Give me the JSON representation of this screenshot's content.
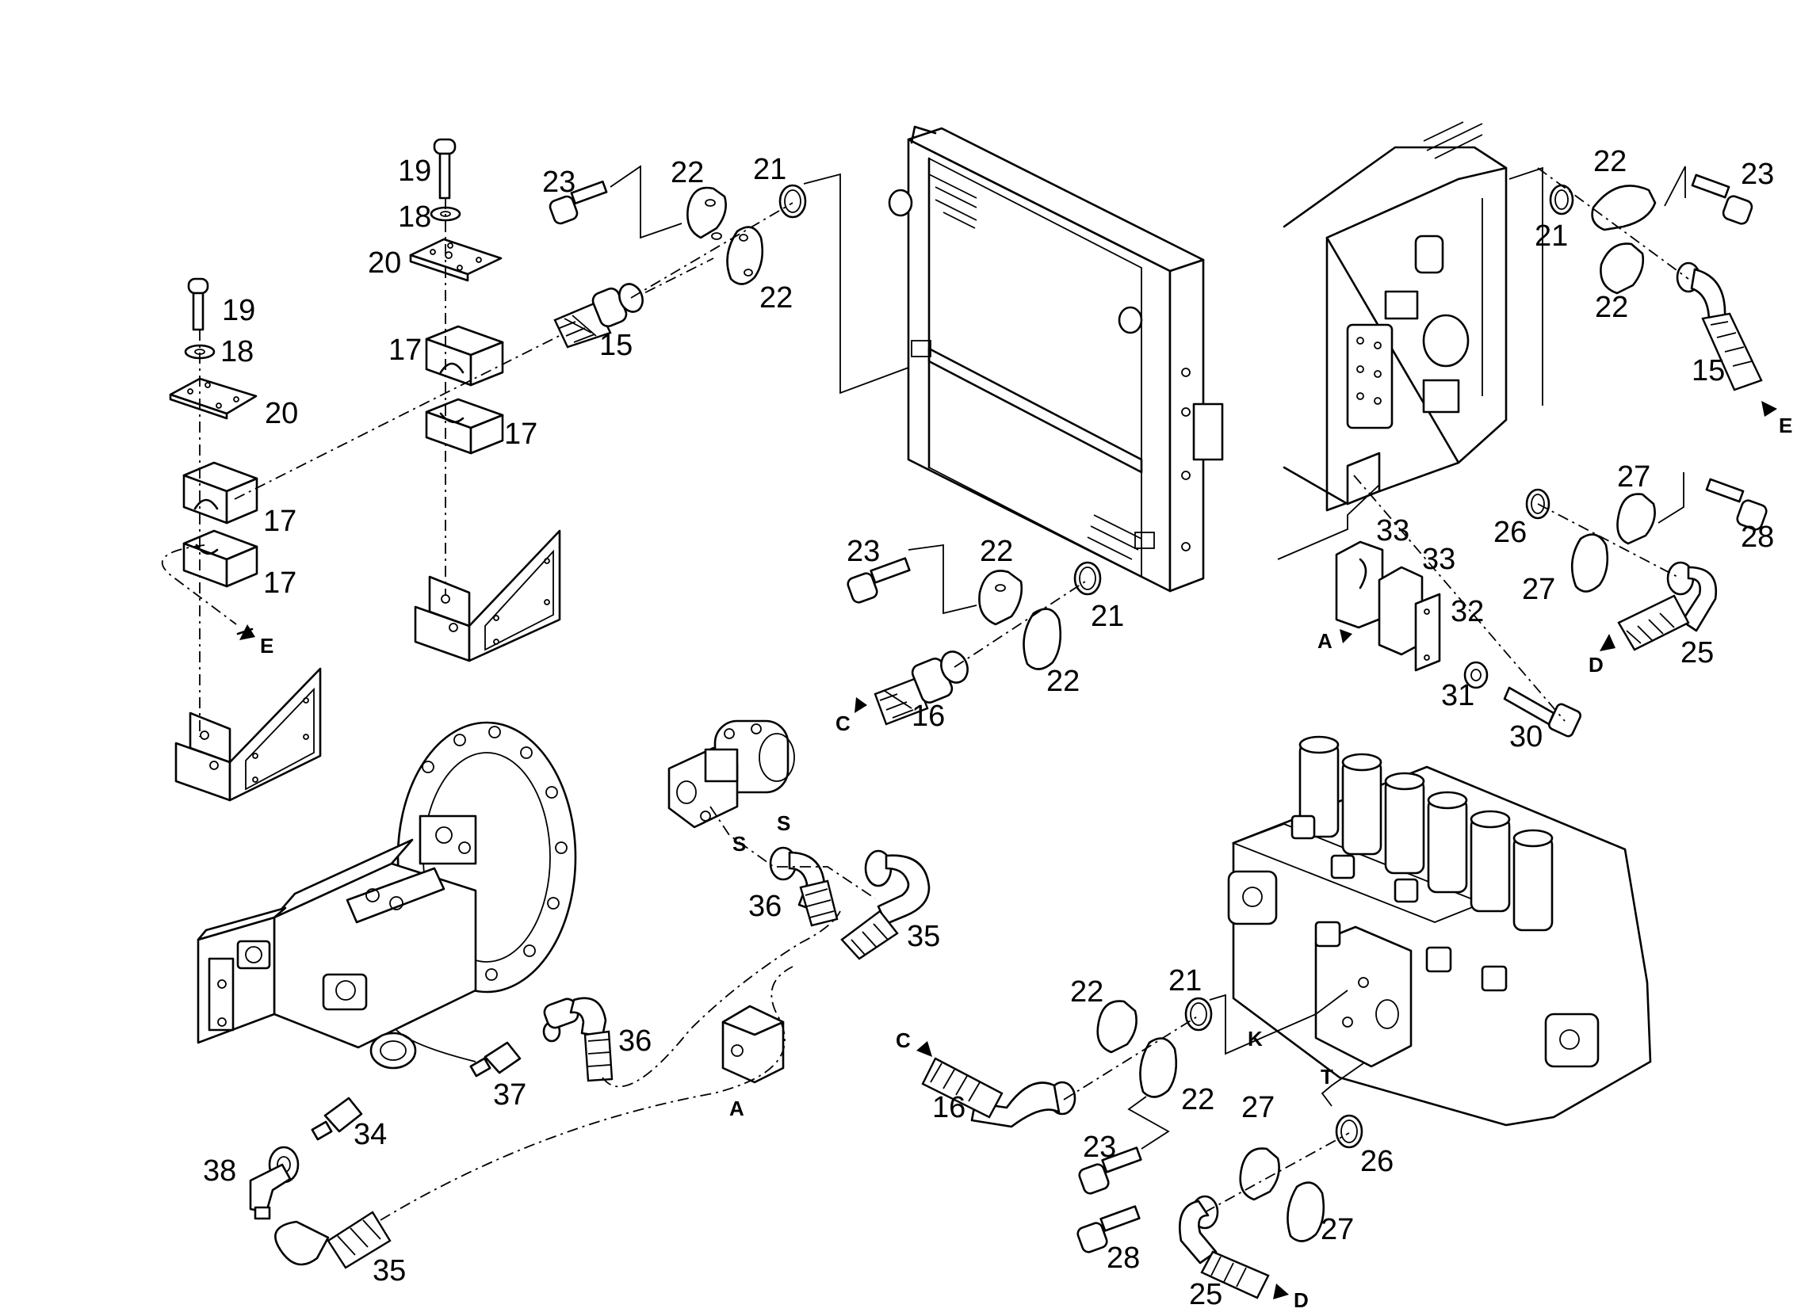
{
  "diagram": {
    "part_numbers": {
      "p15a": "15",
      "p15b": "15",
      "p16a": "16",
      "p16b": "16",
      "p17a": "17",
      "p17b": "17",
      "p17c": "17",
      "p17d": "17",
      "p18a": "18",
      "p18b": "18",
      "p19a": "19",
      "p19b": "19",
      "p20a": "20",
      "p20b": "20",
      "p21a": "21",
      "p21b": "21",
      "p21c": "21",
      "p21d": "21",
      "p22a": "22",
      "p22b": "22",
      "p22c": "22",
      "p22d": "22",
      "p22e": "22",
      "p22f": "22",
      "p22g": "22",
      "p22h": "22",
      "p23a": "23",
      "p23b": "23",
      "p23c": "23",
      "p23d": "23",
      "p25a": "25",
      "p25b": "25",
      "p26a": "26",
      "p26b": "26",
      "p27a": "27",
      "p27b": "27",
      "p27c": "27",
      "p27d": "27",
      "p28a": "28",
      "p28b": "28",
      "p30": "30",
      "p31": "31",
      "p32": "32",
      "p33a": "33",
      "p33b": "33",
      "p34": "34",
      "p35a": "35",
      "p35b": "35",
      "p36a": "36",
      "p36b": "36",
      "p37": "37",
      "p38": "38"
    },
    "connection_letters": {
      "E1": "E",
      "E2": "E",
      "C1": "C",
      "C2": "C",
      "D1": "D",
      "D2": "D",
      "A1": "A",
      "A2": "A",
      "S1": "S",
      "S2": "S",
      "K": "K",
      "T": "T"
    }
  }
}
